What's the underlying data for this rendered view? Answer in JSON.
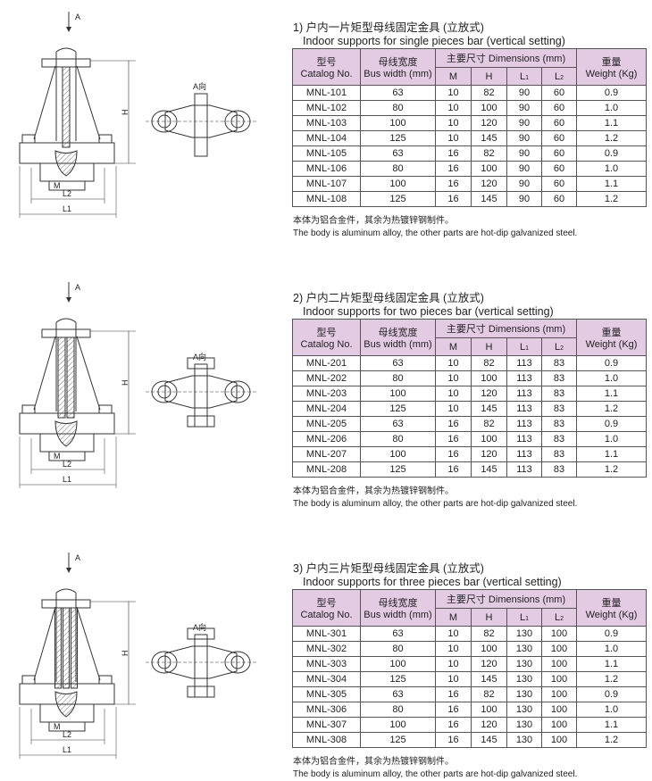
{
  "labels": {
    "arrow": "A",
    "height": "H",
    "l2": "L2",
    "l1": "L1",
    "m": "M",
    "view": "A向"
  },
  "header": {
    "catalog_cn": "型号",
    "catalog_en": "Catalog No.",
    "bus_cn": "母线宽度",
    "bus_en": "Bus width (mm)",
    "dim": "主要尺寸 Dimensions (mm)",
    "m": "M",
    "h": "H",
    "l1": "L",
    "l1_sub": "1",
    "l2": "L",
    "l2_sub": "2",
    "weight_cn": "重量",
    "weight_en": "Weight (Kg)"
  },
  "note_cn": "本体为铝合金件，其余为热镀锌钢制件。",
  "note_en": "The body is aluminum alloy, the other parts are hot-dip galvanized steel.",
  "colors": {
    "header_bg": "#e4cbe4"
  },
  "sections": [
    {
      "title": "1) 户内一片矩型母线固定金具 (立放式)",
      "subtitle": "Indoor supports for single pieces bar (vertical setting)",
      "rows": [
        [
          "MNL-101",
          "63",
          "10",
          "82",
          "90",
          "60",
          "0.9"
        ],
        [
          "MNL-102",
          "80",
          "10",
          "100",
          "90",
          "60",
          "1.0"
        ],
        [
          "MNL-103",
          "100",
          "10",
          "120",
          "90",
          "60",
          "1.1"
        ],
        [
          "MNL-104",
          "125",
          "10",
          "145",
          "90",
          "60",
          "1.2"
        ],
        [
          "MNL-105",
          "63",
          "16",
          "82",
          "90",
          "60",
          "0.9"
        ],
        [
          "MNL-106",
          "80",
          "16",
          "100",
          "90",
          "60",
          "1.0"
        ],
        [
          "MNL-107",
          "100",
          "16",
          "120",
          "90",
          "60",
          "1.1"
        ],
        [
          "MNL-108",
          "125",
          "16",
          "145",
          "90",
          "60",
          "1.2"
        ]
      ]
    },
    {
      "title": "2) 户内二片矩型母线固定金具 (立放式)",
      "subtitle": "Indoor supports for two pieces bar (vertical setting)",
      "rows": [
        [
          "MNL-201",
          "63",
          "10",
          "82",
          "113",
          "83",
          "0.9"
        ],
        [
          "MNL-202",
          "80",
          "10",
          "100",
          "113",
          "83",
          "1.0"
        ],
        [
          "MNL-203",
          "100",
          "10",
          "120",
          "113",
          "83",
          "1.1"
        ],
        [
          "MNL-204",
          "125",
          "10",
          "145",
          "113",
          "83",
          "1.2"
        ],
        [
          "MNL-205",
          "63",
          "16",
          "82",
          "113",
          "83",
          "0.9"
        ],
        [
          "MNL-206",
          "80",
          "16",
          "100",
          "113",
          "83",
          "1.0"
        ],
        [
          "MNL-207",
          "100",
          "16",
          "120",
          "113",
          "83",
          "1.1"
        ],
        [
          "MNL-208",
          "125",
          "16",
          "145",
          "113",
          "83",
          "1.2"
        ]
      ]
    },
    {
      "title": "3) 户内三片矩型母线固定金具 (立放式)",
      "subtitle": "Indoor supports for three pieces bar (vertical setting)",
      "rows": [
        [
          "MNL-301",
          "63",
          "10",
          "82",
          "130",
          "100",
          "0.9"
        ],
        [
          "MNL-302",
          "80",
          "10",
          "100",
          "130",
          "100",
          "1.0"
        ],
        [
          "MNL-303",
          "100",
          "10",
          "120",
          "130",
          "100",
          "1.1"
        ],
        [
          "MNL-304",
          "125",
          "10",
          "145",
          "130",
          "100",
          "1.2"
        ],
        [
          "MNL-305",
          "63",
          "16",
          "82",
          "130",
          "100",
          "0.9"
        ],
        [
          "MNL-306",
          "80",
          "16",
          "100",
          "130",
          "100",
          "1.0"
        ],
        [
          "MNL-307",
          "100",
          "16",
          "120",
          "130",
          "100",
          "1.1"
        ],
        [
          "MNL-308",
          "125",
          "16",
          "145",
          "130",
          "100",
          "1.2"
        ]
      ]
    }
  ]
}
